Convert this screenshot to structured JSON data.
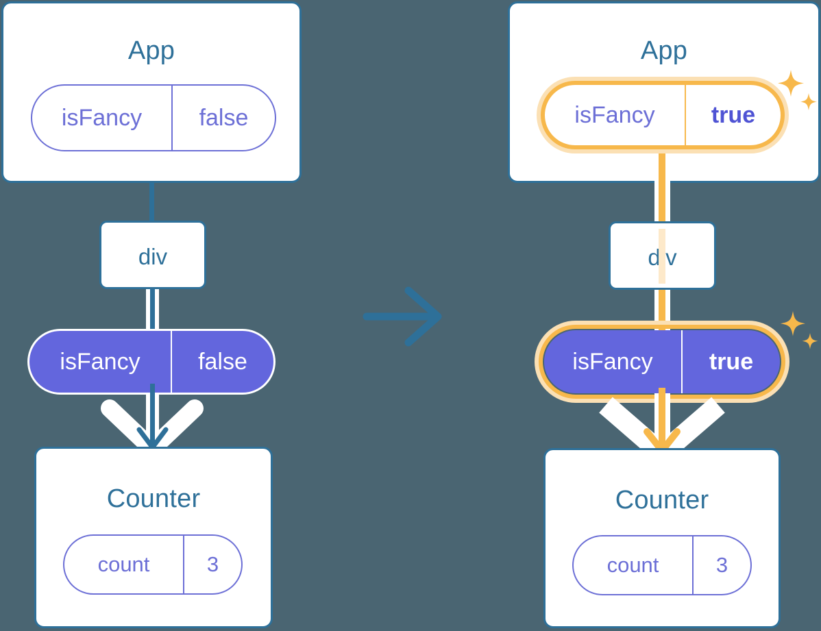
{
  "meta": {
    "background_color": "#4a6572",
    "accent_blue": "#2e7099",
    "accent_purple": "#6366dd",
    "accent_purple_outline": "#6c6fd6",
    "highlight_orange": "#f7b84b",
    "highlight_orange_glow": "#fbe0b4",
    "white": "#ffffff"
  },
  "transition_arrow": {
    "icon": "arrow-right-icon",
    "color": "#2e7099"
  },
  "panels": [
    {
      "id": "before",
      "app": {
        "title": "App",
        "state_pill": {
          "name": "isFancy",
          "value": "false",
          "highlighted": false,
          "style": "outline"
        }
      },
      "div": {
        "label": "div"
      },
      "prop_pill": {
        "name": "isFancy",
        "value": "false",
        "highlighted": false,
        "style": "filled"
      },
      "counter": {
        "title": "Counter",
        "state_pill": {
          "name": "count",
          "value": "3",
          "highlighted": false,
          "style": "outline"
        }
      },
      "connector_color": "#2e7099",
      "sparkles": false
    },
    {
      "id": "after",
      "app": {
        "title": "App",
        "state_pill": {
          "name": "isFancy",
          "value": "true",
          "highlighted": true,
          "style": "outline"
        }
      },
      "div": {
        "label": "div"
      },
      "prop_pill": {
        "name": "isFancy",
        "value": "true",
        "highlighted": true,
        "style": "filled"
      },
      "counter": {
        "title": "Counter",
        "state_pill": {
          "name": "count",
          "value": "3",
          "highlighted": false,
          "style": "outline"
        }
      },
      "connector_color": "#f7b84b",
      "sparkles": true
    }
  ]
}
